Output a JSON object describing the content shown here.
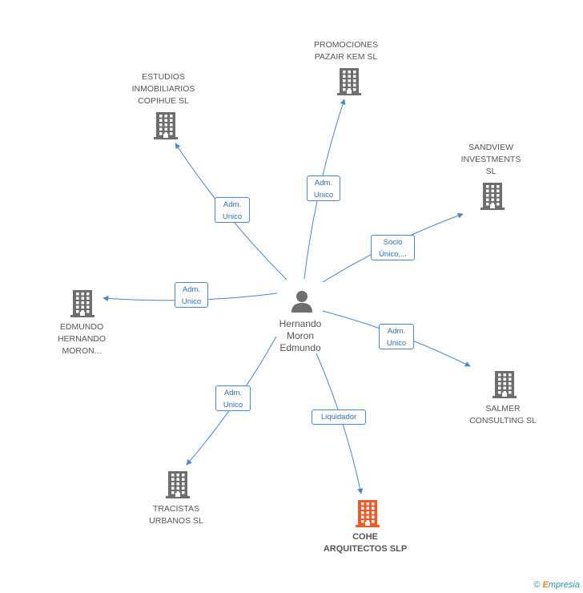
{
  "center": {
    "name": "Hernando\nMoron\nEdmundo",
    "icon": "person-icon"
  },
  "companies": [
    {
      "id": "promociones",
      "name": "PROMOCIONES\nPAZAIR KEM SL",
      "relation": "Adm.\nUnico",
      "icon": "building-icon",
      "color": "#6e6e6e",
      "focus": false
    },
    {
      "id": "estudios",
      "name": "ESTUDIOS\nINMOBILIARIOS\nCOPIHUE SL",
      "relation": "Adm.\nUnico",
      "icon": "building-icon",
      "color": "#6e6e6e",
      "focus": false
    },
    {
      "id": "sandview",
      "name": "SANDVIEW\nINVESTMENTS\nSL",
      "relation": "Socio\nÚnico,...",
      "icon": "building-icon",
      "color": "#6e6e6e",
      "focus": false
    },
    {
      "id": "edmundo",
      "name": "EDMUNDO\nHERNANDO\nMORON...",
      "relation": "Adm.\nUnico",
      "icon": "building-icon",
      "color": "#6e6e6e",
      "focus": false
    },
    {
      "id": "salmer",
      "name": "SALMER\nCONSULTING  SL",
      "relation": "Adm.\nUnico",
      "icon": "building-icon",
      "color": "#6e6e6e",
      "focus": false
    },
    {
      "id": "tracistas",
      "name": "TRACISTAS\nURBANOS SL",
      "relation": "Adm.\nUnico",
      "icon": "building-icon",
      "color": "#6e6e6e",
      "focus": false
    },
    {
      "id": "cohe",
      "name": "COHE\nARQUITECTOS SLP",
      "relation": "Liquidador",
      "icon": "building-icon",
      "color": "#f05a28",
      "focus": true
    }
  ],
  "colors": {
    "edge": "#4a86c8",
    "edge_label_text": "#2f6db3",
    "building": "#6e6e6e",
    "focus_building": "#f05a28",
    "person": "#6e6e6e"
  },
  "footer": {
    "copyright": "©",
    "brand_initial": "E",
    "brand_rest": "mpresia"
  }
}
